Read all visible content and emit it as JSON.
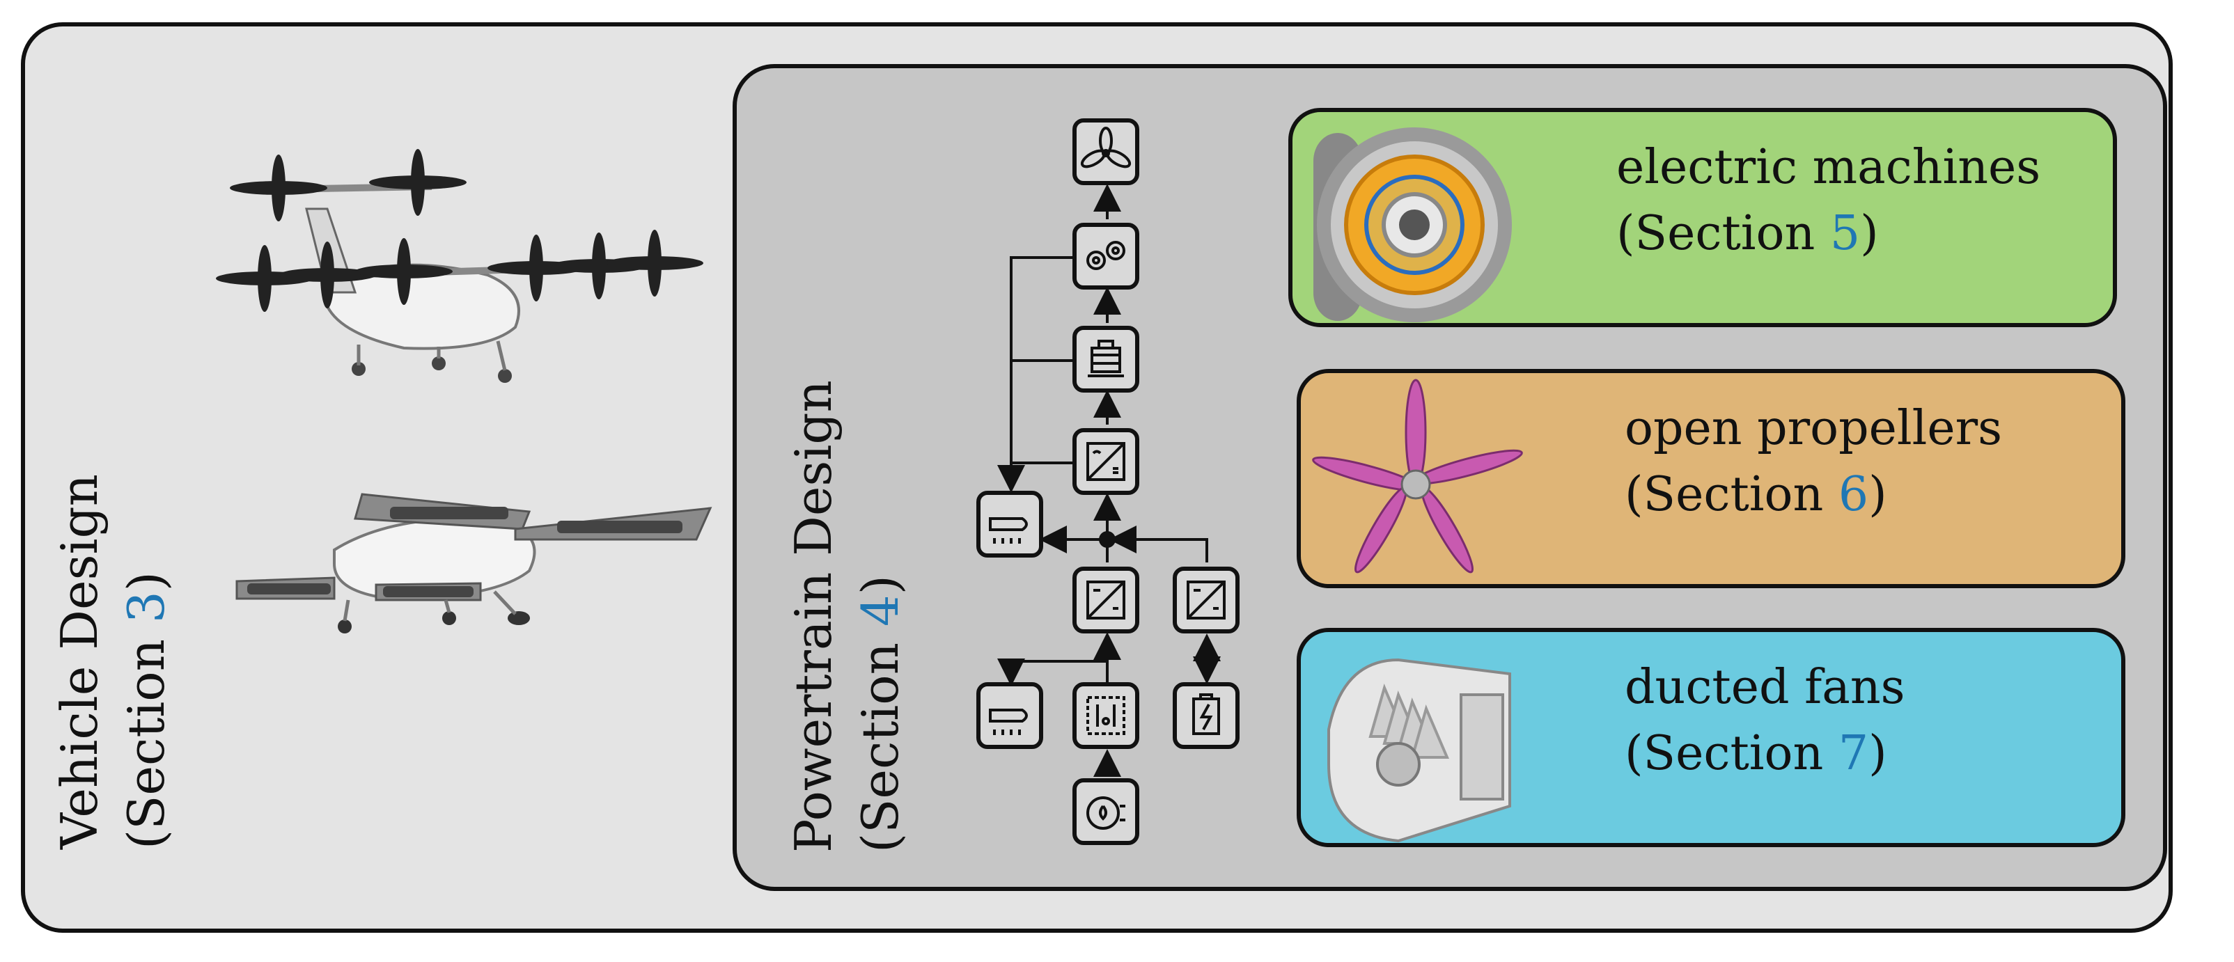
{
  "vehicle": {
    "title": "Vehicle Design",
    "section_prefix": "(Section ",
    "section_num": "3",
    "section_suffix": ")"
  },
  "powertrain": {
    "title": "Powertrain Design",
    "section_prefix": "(Section ",
    "section_num": "4",
    "section_suffix": ")"
  },
  "cards": [
    {
      "title": "electric machines",
      "section_prefix": "(Section ",
      "section_num": "5",
      "section_suffix": ")",
      "color": "#a2d47a"
    },
    {
      "title": "open propellers",
      "section_prefix": "(Section ",
      "section_num": "6",
      "section_suffix": ")",
      "color": "#dfb577"
    },
    {
      "title": "ducted fans",
      "section_prefix": "(Section  ",
      "section_num": "7",
      "section_suffix": ")",
      "color": "#6bcbe0"
    }
  ],
  "colors": {
    "outer_bg": "#e4e4e4",
    "inner_bg": "#c6c6c6",
    "ref": "#1f77b4"
  },
  "blocks": [
    {
      "name": "propeller-icon"
    },
    {
      "name": "gearbox-icon"
    },
    {
      "name": "motor-icon"
    },
    {
      "name": "inverter-icon"
    },
    {
      "name": "thermal-management-icon"
    },
    {
      "name": "dc-dc-converter-icon"
    },
    {
      "name": "dc-dc-converter-battery-icon"
    },
    {
      "name": "fuel-cell-thermal-icon"
    },
    {
      "name": "fuel-cell-stack-icon"
    },
    {
      "name": "battery-icon"
    },
    {
      "name": "hydrogen-tank-icon"
    }
  ]
}
